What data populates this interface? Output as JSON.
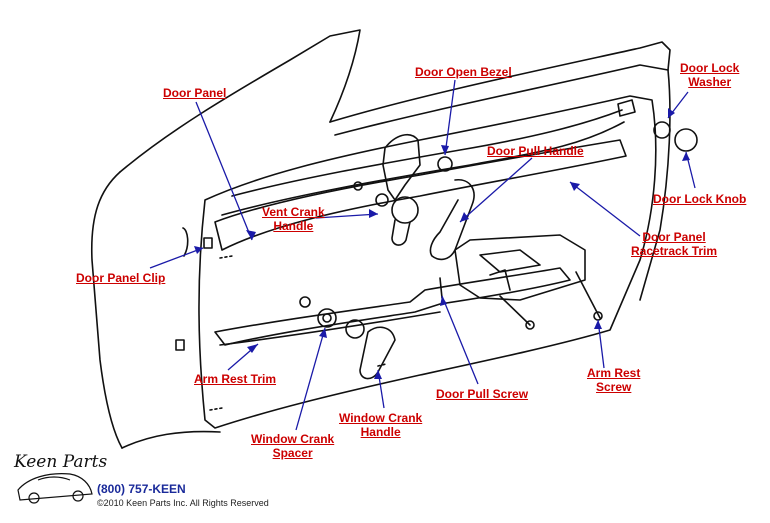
{
  "labels": {
    "door_panel": "Door Panel",
    "door_open_bezel": "Door Open Bezel",
    "door_lock_washer_1": "Door Lock",
    "door_lock_washer_2": "Washer",
    "door_pull_handle": "Door Pull Handle",
    "vent_crank_handle_1": "Vent Crank",
    "vent_crank_handle_2": "Handle",
    "door_lock_knob": "Door Lock Knob",
    "door_panel_racetrack_1": "Door Panel",
    "door_panel_racetrack_2": "Racetrack Trim",
    "door_panel_clip": "Door Panel Clip",
    "arm_rest_trim": "Arm Rest Trim",
    "arm_rest_screw_1": "Arm Rest",
    "arm_rest_screw_2": "Screw",
    "door_pull_screw": "Door Pull Screw",
    "window_crank_handle_1": "Window Crank",
    "window_crank_handle_2": "Handle",
    "window_crank_spacer_1": "Window Crank",
    "window_crank_spacer_2": "Spacer"
  },
  "footer": {
    "logo": "Keen Parts",
    "phone": "(800) 757-KEEN",
    "copyright": "©2010 Keen Parts Inc. All Rights Reserved"
  },
  "colors": {
    "label": "#cc0000",
    "leader": "#1a1aa8",
    "line_art": "#111111"
  }
}
